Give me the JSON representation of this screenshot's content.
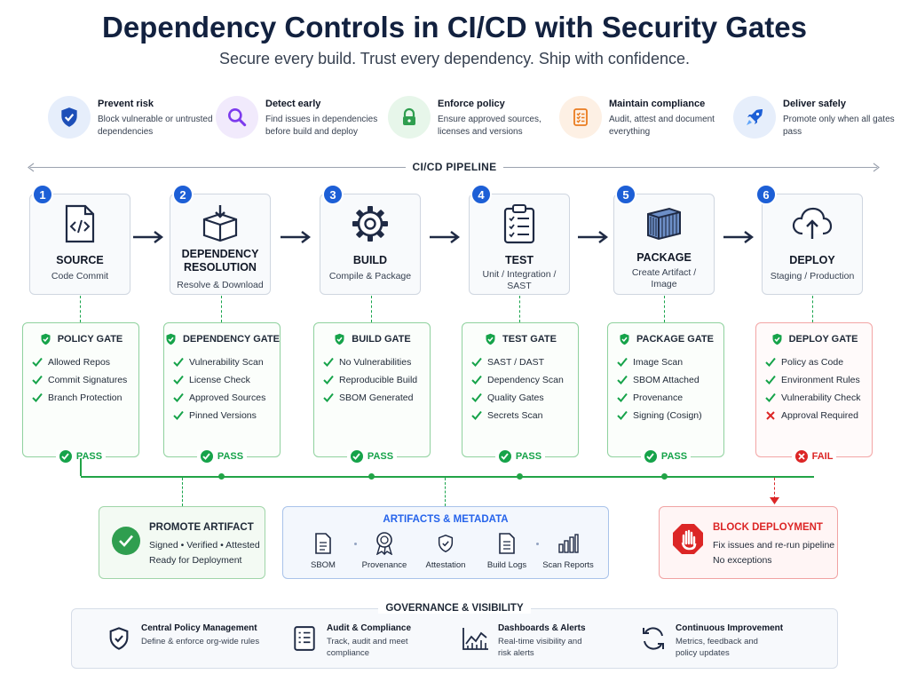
{
  "title": "Dependency Controls in CI/CD with Security Gates",
  "subtitle": "Secure every build. Trust every dependency. Ship with confidence.",
  "benefits": [
    {
      "title": "Prevent risk",
      "desc": "Block vulnerable or untrusted dependencies",
      "icon": "shield-check-icon"
    },
    {
      "title": "Detect early",
      "desc": "Find issues in dependencies before build and deploy",
      "icon": "magnifier-icon"
    },
    {
      "title": "Enforce policy",
      "desc": "Ensure approved sources, licenses and versions",
      "icon": "padlock-icon"
    },
    {
      "title": "Maintain compliance",
      "desc": "Audit, attest and document everything",
      "icon": "checklist-icon"
    },
    {
      "title": "Deliver safely",
      "desc": "Promote only when all gates pass",
      "icon": "rocket-icon"
    }
  ],
  "pipeline_label": "CI/CD PIPELINE",
  "stages": [
    {
      "num": "1",
      "name": "SOURCE",
      "desc": "Code Commit",
      "icon": "code-file-icon"
    },
    {
      "num": "2",
      "name": "DEPENDENCY RESOLUTION",
      "desc": "Resolve & Download",
      "icon": "package-download-icon"
    },
    {
      "num": "3",
      "name": "BUILD",
      "desc": "Compile & Package",
      "icon": "gear-icon"
    },
    {
      "num": "4",
      "name": "TEST",
      "desc": "Unit / Integration / SAST",
      "icon": "clipboard-checklist-icon"
    },
    {
      "num": "5",
      "name": "PACKAGE",
      "desc": "Create Artifact / Image",
      "icon": "container-icon"
    },
    {
      "num": "6",
      "name": "DEPLOY",
      "desc": "Staging / Production",
      "icon": "cloud-upload-icon"
    }
  ],
  "gates": [
    {
      "title": "POLICY GATE",
      "status": "PASS",
      "items": [
        {
          "label": "Allowed Repos",
          "ok": true
        },
        {
          "label": "Commit Signatures",
          "ok": true
        },
        {
          "label": "Branch Protection",
          "ok": true
        }
      ]
    },
    {
      "title": "DEPENDENCY GATE",
      "status": "PASS",
      "items": [
        {
          "label": "Vulnerability Scan",
          "ok": true
        },
        {
          "label": "License Check",
          "ok": true
        },
        {
          "label": "Approved Sources",
          "ok": true
        },
        {
          "label": "Pinned Versions",
          "ok": true
        }
      ]
    },
    {
      "title": "BUILD GATE",
      "status": "PASS",
      "items": [
        {
          "label": "No Vulnerabilities",
          "ok": true
        },
        {
          "label": "Reproducible Build",
          "ok": true
        },
        {
          "label": "SBOM Generated",
          "ok": true
        }
      ]
    },
    {
      "title": "TEST GATE",
      "status": "PASS",
      "items": [
        {
          "label": "SAST / DAST",
          "ok": true
        },
        {
          "label": "Dependency Scan",
          "ok": true
        },
        {
          "label": "Quality Gates",
          "ok": true
        },
        {
          "label": "Secrets Scan",
          "ok": true
        }
      ]
    },
    {
      "title": "PACKAGE GATE",
      "status": "PASS",
      "items": [
        {
          "label": "Image Scan",
          "ok": true
        },
        {
          "label": "SBOM Attached",
          "ok": true
        },
        {
          "label": "Provenance",
          "ok": true
        },
        {
          "label": "Signing (Cosign)",
          "ok": true
        }
      ]
    },
    {
      "title": "DEPLOY GATE",
      "status": "FAIL",
      "items": [
        {
          "label": "Policy as Code",
          "ok": true
        },
        {
          "label": "Environment Rules",
          "ok": true
        },
        {
          "label": "Vulnerability Check",
          "ok": true
        },
        {
          "label": "Approval Required",
          "ok": false
        }
      ]
    }
  ],
  "promote": {
    "title": "PROMOTE ARTIFACT",
    "line1": "Signed • Verified • Attested",
    "line2": "Ready for Deployment"
  },
  "artifacts": {
    "title": "ARTIFACTS & METADATA",
    "items": [
      {
        "label": "SBOM",
        "icon": "document-icon"
      },
      {
        "label": "Provenance",
        "icon": "ribbon-badge-icon"
      },
      {
        "label": "Attestation",
        "icon": "shield-badge-icon"
      },
      {
        "label": "Build Logs",
        "icon": "log-file-icon"
      },
      {
        "label": "Scan Reports",
        "icon": "bar-chart-icon"
      }
    ]
  },
  "block": {
    "title": "BLOCK DEPLOYMENT",
    "line1": "Fix issues and re-run pipeline",
    "line2": "No exceptions"
  },
  "governance": {
    "title": "GOVERNANCE & VISIBILITY",
    "items": [
      {
        "title": "Central Policy Management",
        "desc": "Define & enforce org-wide rules",
        "icon": "shield-check-icon"
      },
      {
        "title": "Audit & Compliance",
        "desc": "Track, audit and meet compliance",
        "icon": "audit-list-icon"
      },
      {
        "title": "Dashboards & Alerts",
        "desc": "Real-time visibility and risk alerts",
        "icon": "line-chart-icon"
      },
      {
        "title": "Continuous Improvement",
        "desc": "Metrics, feedback and policy updates",
        "icon": "refresh-cycle-icon"
      }
    ]
  },
  "colors": {
    "primary": "#1d5fd6",
    "pass": "#16a34a",
    "fail": "#dc2626",
    "title": "#12213f"
  }
}
